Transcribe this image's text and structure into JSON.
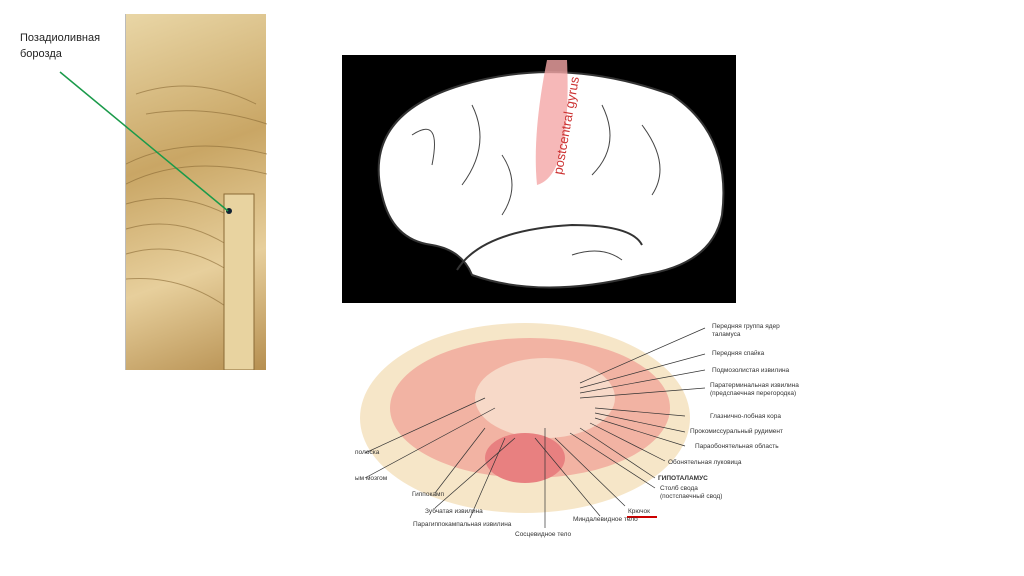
{
  "left_label": "Позадиоливная борозда",
  "brain_label": "postcentral gyrus",
  "diagram_labels_right": [
    "Передняя группа ядер таламуса",
    "Передняя спайка",
    "Подмозолистая извилина",
    "Паратерминальная извилина (предспаечная перегородка)",
    "Глазнично-лобная кора",
    "Прокомиссуральный рудимент",
    "Параобонятельная область",
    "Обонятельная луковица",
    "ГИПОТАЛАМУС",
    "Столб свода (постспаечный свод)"
  ],
  "diagram_labels_bottom": [
    "Крючок",
    "Миндалевидное тело",
    "Сосцевидное тело",
    "Парагиппокампальная извилина",
    "Зубчатая извилина",
    "Гиппокамп"
  ],
  "diagram_labels_left": [
    "полоска",
    "ым мозгом"
  ],
  "highlight_color": "#cc0000"
}
